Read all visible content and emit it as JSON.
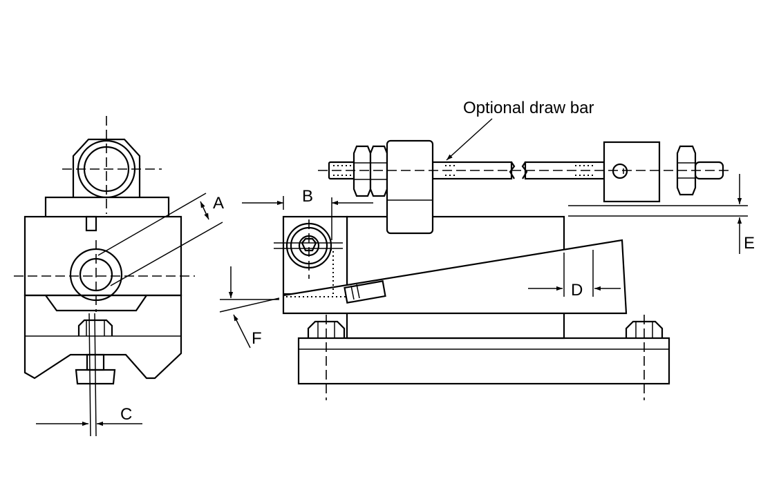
{
  "callout": {
    "text": "Optional draw bar"
  },
  "labels": {
    "a": "A",
    "b": "B",
    "c": "C",
    "d": "D",
    "e": "E",
    "f": "F"
  },
  "icons": {
    "arrowhead": "arrowhead-icon",
    "hex_nut": "hex-nut-icon",
    "socket_cap_screw": "socket-cap-screw-icon"
  }
}
